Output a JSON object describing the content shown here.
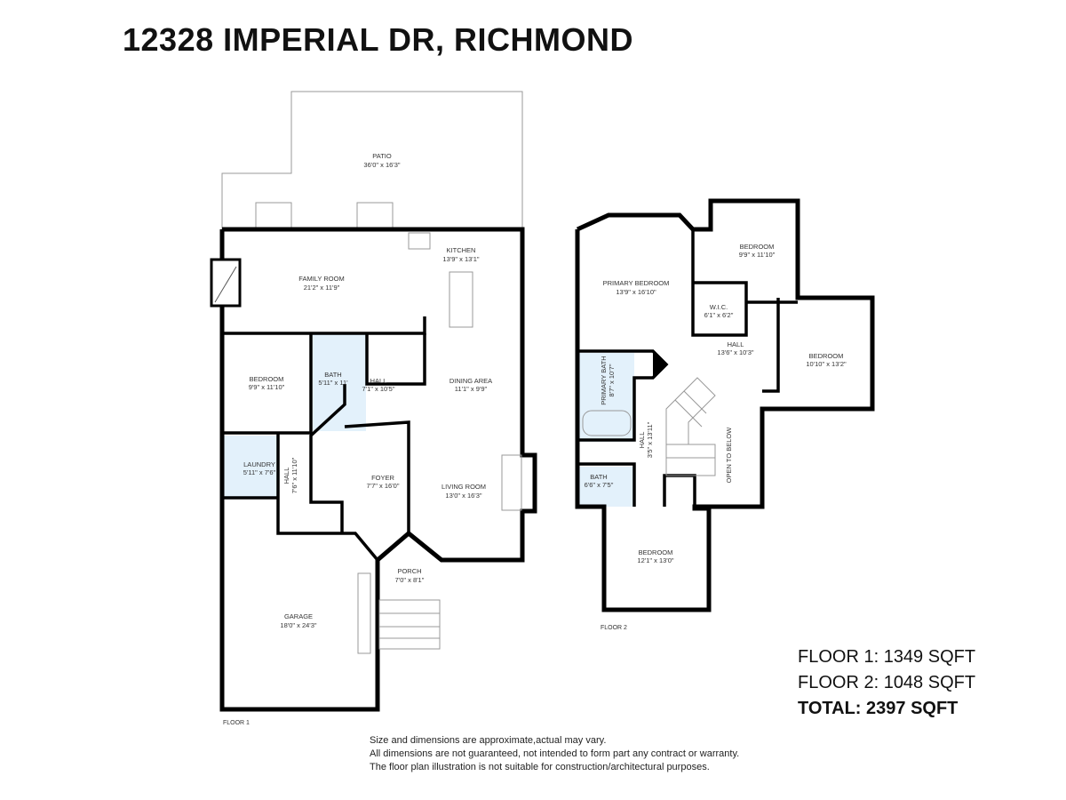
{
  "title": "12328 IMPERIAL DR, RICHMOND",
  "floor1": {
    "label": "FLOOR 1",
    "rooms": [
      {
        "name": "PATIO",
        "dims": "36'0\" x 16'3\""
      },
      {
        "name": "KITCHEN",
        "dims": "13'9\" x 13'1\""
      },
      {
        "name": "FAMILY ROOM",
        "dims": "21'2\" x 11'9\""
      },
      {
        "name": "BEDROOM",
        "dims": "9'9\" x 11'10\""
      },
      {
        "name": "BATH",
        "dims": "5'11\" x 11'"
      },
      {
        "name": "HALL",
        "dims": "7'1\" x 10'5\""
      },
      {
        "name": "DINING AREA",
        "dims": "11'1\" x 9'9\""
      },
      {
        "name": "LAUNDRY",
        "dims": "5'11\" x 7'6\""
      },
      {
        "name": "HALL",
        "dims": "7'6\" x 11'10\""
      },
      {
        "name": "FOYER",
        "dims": "7'7\" x 16'0\""
      },
      {
        "name": "LIVING ROOM",
        "dims": "13'0\" x 16'3\""
      },
      {
        "name": "PORCH",
        "dims": "7'0\" x 8'1\""
      },
      {
        "name": "GARAGE",
        "dims": "18'0\" x 24'3\""
      }
    ]
  },
  "floor2": {
    "label": "FLOOR 2",
    "rooms": [
      {
        "name": "PRIMARY BEDROOM",
        "dims": "13'9\" x 16'10\""
      },
      {
        "name": "BEDROOM",
        "dims": "9'9\" x 11'10\""
      },
      {
        "name": "W.I.C.",
        "dims": "6'1\" x 6'2\""
      },
      {
        "name": "HALL",
        "dims": "13'6\" x 10'3\""
      },
      {
        "name": "BEDROOM",
        "dims": "10'10\" x 13'2\""
      },
      {
        "name": "PRIMARY BATH",
        "dims": "8'7\" x 10'7\""
      },
      {
        "name": "HALL",
        "dims": "3'5\" x 13'11\""
      },
      {
        "name": "OPEN TO BELOW",
        "dims": ""
      },
      {
        "name": "BATH",
        "dims": "6'6\" x 7'5\""
      },
      {
        "name": "BEDROOM",
        "dims": "12'1\" x 13'0\""
      }
    ]
  },
  "summary": {
    "floor1": "FLOOR 1: 1349 SQFT",
    "floor2": "FLOOR 2: 1048 SQFT",
    "total": "TOTAL: 2397 SQFT"
  },
  "disclaimer": [
    "Size and dimensions are approximate,actual may vary.",
    "All dimensions are not guaranteed, not intended to form part any contract or warranty.",
    "The floor plan illustration is not suitable for construction/architectural purposes."
  ],
  "colors": {
    "wet_room_fill": "#e3f1fb",
    "walls": "#000000"
  }
}
